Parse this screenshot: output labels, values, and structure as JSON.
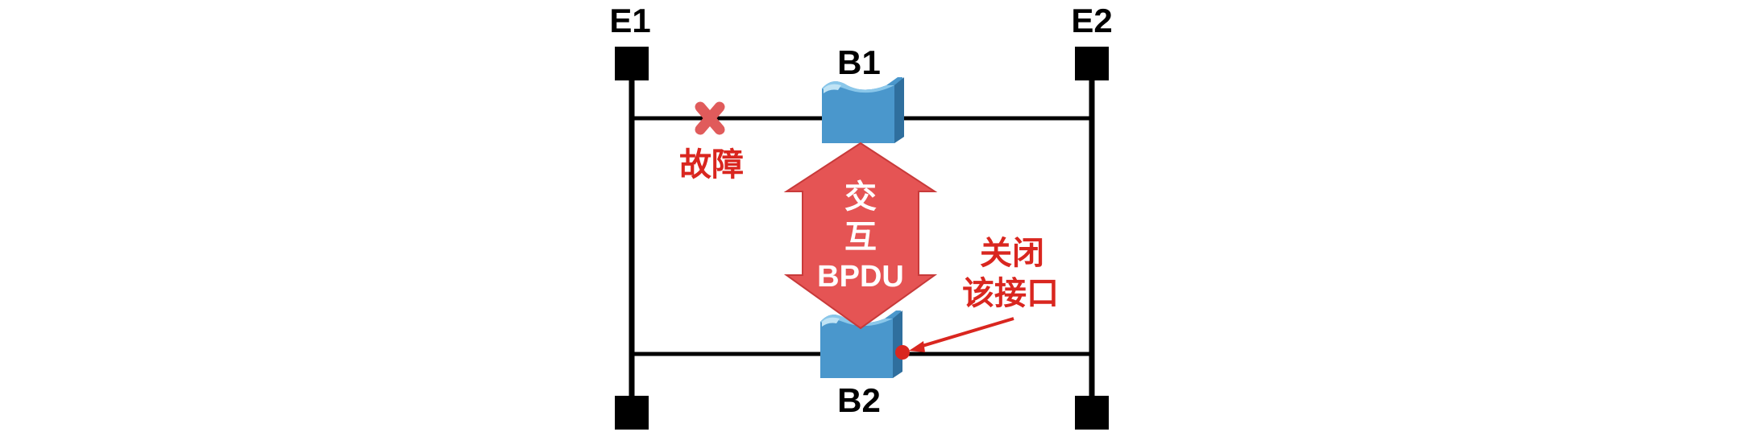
{
  "diagram": {
    "endpoints": {
      "e1": "E1",
      "e2": "E2"
    },
    "bridges": {
      "b1": "B1",
      "b2": "B2"
    },
    "fault_label": "故障",
    "exchange": {
      "line1": "交",
      "line2": "互",
      "line3": "BPDU"
    },
    "port_note": {
      "line1": "关闭",
      "line2": "该接口"
    }
  },
  "colors": {
    "link": "#000000",
    "fault": "#e05b5b",
    "arrow_fill": "#e55454",
    "arrow_stroke": "#c83a3a",
    "bridge_front": "#4a97cc",
    "bridge_side": "#2f6f9e",
    "bridge_top": "#7fc0e6",
    "annotation": "#d9261f",
    "port_dot": "#d9261f"
  }
}
